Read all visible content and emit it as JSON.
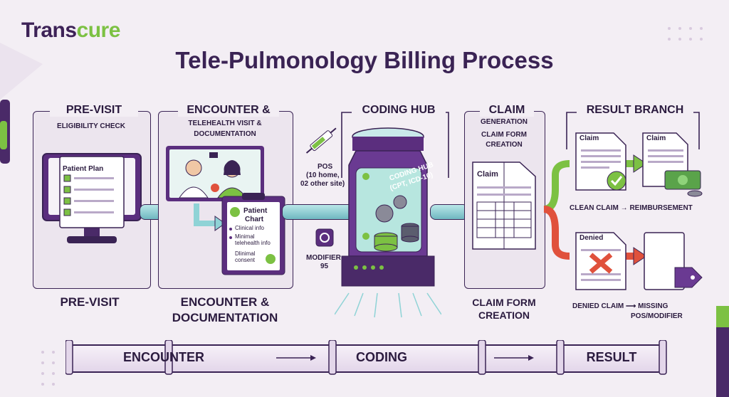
{
  "brand": {
    "name_pre": "Trans",
    "name_post": "cure"
  },
  "title": "Tele-Pulmonology Billing Process",
  "panels": {
    "previsit": {
      "title": "PRE-VISIT",
      "sub": "ELIGIBILITY CHECK",
      "doc_title": "Patient Plan",
      "bottom": "PRE-VISIT"
    },
    "encounter": {
      "title": "ENCOUNTER &",
      "sub1": "TELEHEALTH VISIT &",
      "sub2": "DOCUMENTATION",
      "chart_title1": "Patient",
      "chart_title2": "Chart",
      "item1": "Clinical info",
      "item2": "Minimal telehealth info",
      "item3": "Dlinimal consent",
      "bottom1": "ENCOUNTER &",
      "bottom2": "DOCUMENTATION"
    },
    "coding": {
      "title": "CODING HUB",
      "hub_label1": "CODING HUB",
      "hub_label2": "(CPT, ICD-10)",
      "pos1": "POS",
      "pos2": "(10 home,",
      "pos3": "02 other site)",
      "modifier1": "MODIFIER",
      "modifier2": "95"
    },
    "claim": {
      "title": "CLAIM",
      "sub1": "GENERATION",
      "sub2": "CLAIM FORM",
      "sub3": "CREATION",
      "doc_title": "Claim",
      "bottom1": "CLAIM FORM",
      "bottom2": "CREATION"
    },
    "result": {
      "title": "RESULT BRANCH",
      "doc_title": "Claim",
      "doc_title2": "Claim",
      "doc_title3": "Denied",
      "clean": "CLEAN CLAIM → REIMBURSEMENT",
      "denied1": "DENIED CLAIM  ⟶  MISSING",
      "denied2": "POS/MODIFIER"
    }
  },
  "flow": {
    "step1": "ENCOUNTER",
    "step2": "CODING",
    "step3": "RESULT"
  },
  "colors": {
    "purple": "#5b2e7e",
    "dark": "#3a2354",
    "green": "#7cc143",
    "red": "#e0513c",
    "teal": "#8fd3d6"
  }
}
